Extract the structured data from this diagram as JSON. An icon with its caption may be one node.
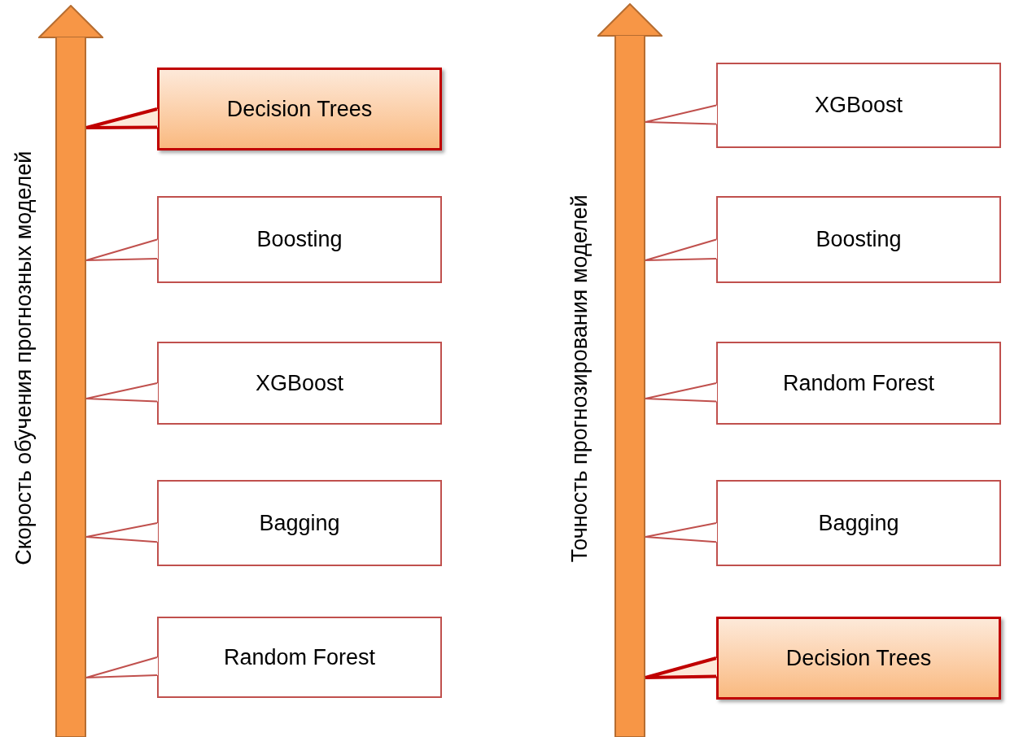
{
  "diagram": {
    "nodes": [
      {
        "text": [],
        "shape": "arrow",
        "beside": [
          "Скорость обучения прогнозных моделей"
        ]
      },
      {
        "text": [
          "Decision Trees"
        ]
      },
      {
        "text": [
          "Boosting"
        ]
      },
      {
        "text": [
          "XGBoost"
        ]
      },
      {
        "text": [
          "Bagging"
        ]
      },
      {
        "text": [
          "Random Forest"
        ]
      },
      {
        "text": [],
        "shape": "arrow",
        "beside": [
          "Точность прогнозирования моделей"
        ]
      },
      {
        "text": [
          "XGBoost"
        ]
      },
      {
        "text": [
          "Boosting"
        ]
      },
      {
        "text": [
          "Random Forest"
        ]
      },
      {
        "text": [
          "Bagging"
        ]
      },
      {
        "text": [
          "Decision Trees"
        ]
      }
    ],
    "edges": [
      {
        "from": 1,
        "to": 0,
        "arrow": "none",
        "style": "thick",
        "color": "#c00000"
      },
      {
        "from": 2,
        "to": 0,
        "arrow": "none"
      },
      {
        "from": 3,
        "to": 0,
        "arrow": "none"
      },
      {
        "from": 4,
        "to": 0,
        "arrow": "none"
      },
      {
        "from": 5,
        "to": 0,
        "arrow": "none"
      },
      {
        "from": 7,
        "to": 6,
        "arrow": "none"
      },
      {
        "from": 8,
        "to": 6,
        "arrow": "none"
      },
      {
        "from": 9,
        "to": 6,
        "arrow": "none"
      },
      {
        "from": 10,
        "to": 6,
        "arrow": "none"
      },
      {
        "from": 11,
        "to": 6,
        "arrow": "none",
        "style": "thick",
        "color": "#c00000"
      }
    ]
  }
}
